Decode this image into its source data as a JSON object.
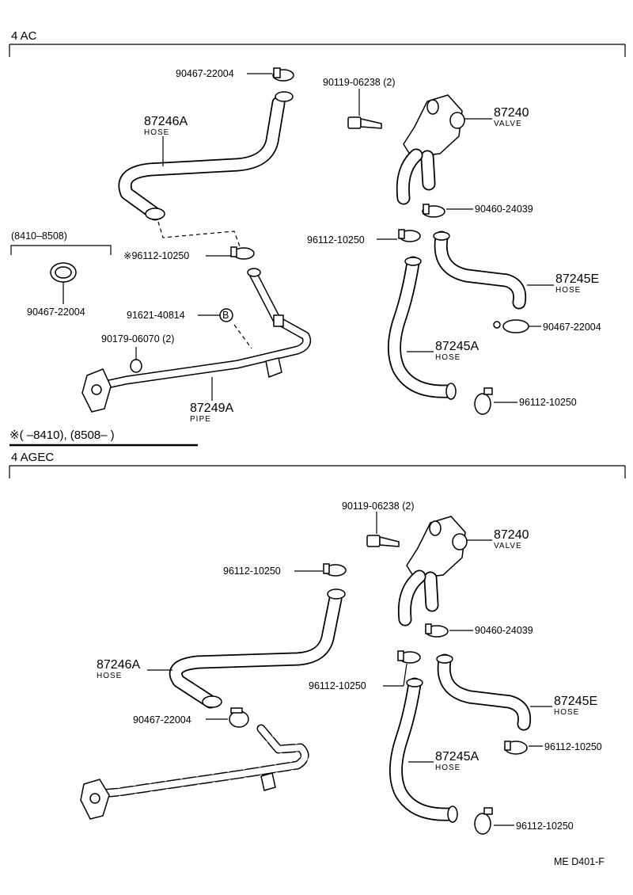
{
  "sections": {
    "ac": {
      "title": "4 AC",
      "range_label": "(8410–8508)",
      "footnote": "※(      –8410), (8508–      )"
    },
    "agec": {
      "title": "4 AGEC"
    }
  },
  "ac_labels": {
    "p90467_top": "90467-22004",
    "p90119": "90119-06238 (2)",
    "p87246A": "87246A",
    "p87246A_sub": "HOSE",
    "p87240": "87240",
    "p87240_sub": "VALVE",
    "p90460": "90460-24039",
    "p96112_mid": "96112-10250",
    "p96112_star": "※96112-10250",
    "p90467_left": "90467-22004",
    "p91621": "91621-40814",
    "p91621_badge": "B",
    "p90179": "90179-06070 (2)",
    "p87249A": "87249A",
    "p87249A_sub": "PIPE",
    "p87245E": "87245E",
    "p87245E_sub": "HOSE",
    "p90467_right": "90467-22004",
    "p87245A": "87245A",
    "p87245A_sub": "HOSE",
    "p96112_low": "96112-10250"
  },
  "agec_labels": {
    "p90119": "90119-06238 (2)",
    "p87240": "87240",
    "p87240_sub": "VALVE",
    "p96112_top": "96112-10250",
    "p90460": "90460-24039",
    "p87246A": "87246A",
    "p87246A_sub": "HOSE",
    "p96112_mid": "96112-10250",
    "p87245E": "87245E",
    "p87245E_sub": "HOSE",
    "p90467": "90467-22004",
    "p96112_right": "96112-10250",
    "p87245A": "87245A",
    "p87245A_sub": "HOSE",
    "p96112_low": "96112-10250"
  },
  "page_code": "ME  D401-F"
}
